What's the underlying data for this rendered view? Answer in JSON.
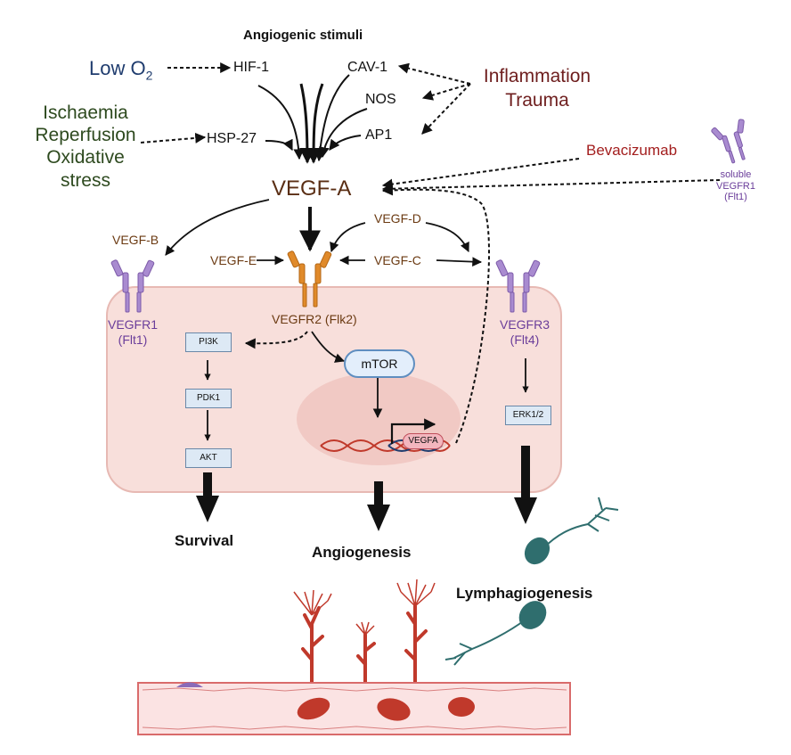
{
  "title": "Angiogenic stimuli",
  "stimuli": {
    "low_o2": "Low O",
    "low_o2_sub": "2",
    "ischaemia": [
      "Ischaemia",
      "Reperfusion",
      "Oxidative",
      "stress"
    ],
    "inflammation": [
      "Inflammation",
      "Trauma"
    ]
  },
  "mediators": {
    "hif1": "HIF-1",
    "cav1": "CAV-1",
    "nos": "NOS",
    "hsp27": "HSP-27",
    "ap1": "AP1"
  },
  "central": {
    "vegfa": "VEGF-A",
    "bevacizumab": "Bevacizumab",
    "soluble_receptor": [
      "soluble",
      "VEGFR1",
      "(Flt1)"
    ]
  },
  "ligands": {
    "vegfb": "VEGF-B",
    "vegfd": "VEGF-D",
    "vegfe": "VEGF-E",
    "vegfc": "VEGF-C"
  },
  "receptors": {
    "vegfr1": [
      "VEGFR1",
      "(Flt1)"
    ],
    "vegfr2": "VEGFR2 (Flk2)",
    "vegfr3": [
      "VEGFR3",
      "(Flt4)"
    ]
  },
  "pathway": {
    "pi3k": "PI3K",
    "pdk1": "PDK1",
    "akt": "AKT",
    "mtor": "mTOR",
    "vegfa_gene": "VEGFA",
    "erk": "ERK1/2"
  },
  "outcomes": {
    "survival": "Survival",
    "angiogenesis": "Angiogenesis",
    "lymphangiogenesis": "Lymphagiogenesis"
  },
  "colors": {
    "vegfr2_receptor": "#e08a2a",
    "vegfr1_receptor": "#a98bd0",
    "cell": "#f8dfdb",
    "vessel_red": "#c0392b",
    "lymph_teal": "#2f6e6e"
  }
}
